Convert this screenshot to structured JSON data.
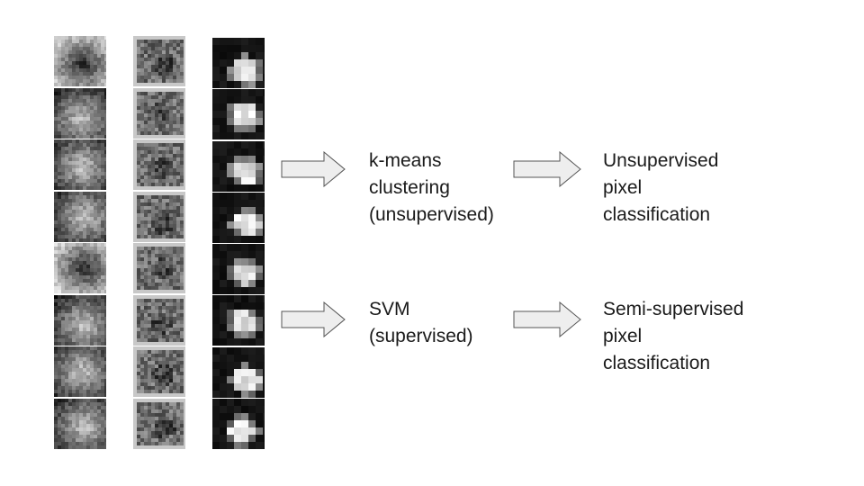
{
  "image_strips": [
    {
      "name": "grayscale-patches",
      "tiles": 8
    },
    {
      "name": "filtered-patches",
      "tiles": 8
    },
    {
      "name": "binary-patches",
      "tiles": 8
    }
  ],
  "pipeline": {
    "top": {
      "method_label": "k-means\nclustering\n(unsupervised)",
      "result_label": "Unsupervised\npixel\nclassification"
    },
    "bottom": {
      "method_label": "SVM\n(supervised)",
      "result_label": "Semi-supervised\npixel\nclassification"
    }
  },
  "colors": {
    "arrow_fill": "#eeeeee",
    "arrow_stroke": "#555555",
    "text": "#1a1a1a"
  }
}
